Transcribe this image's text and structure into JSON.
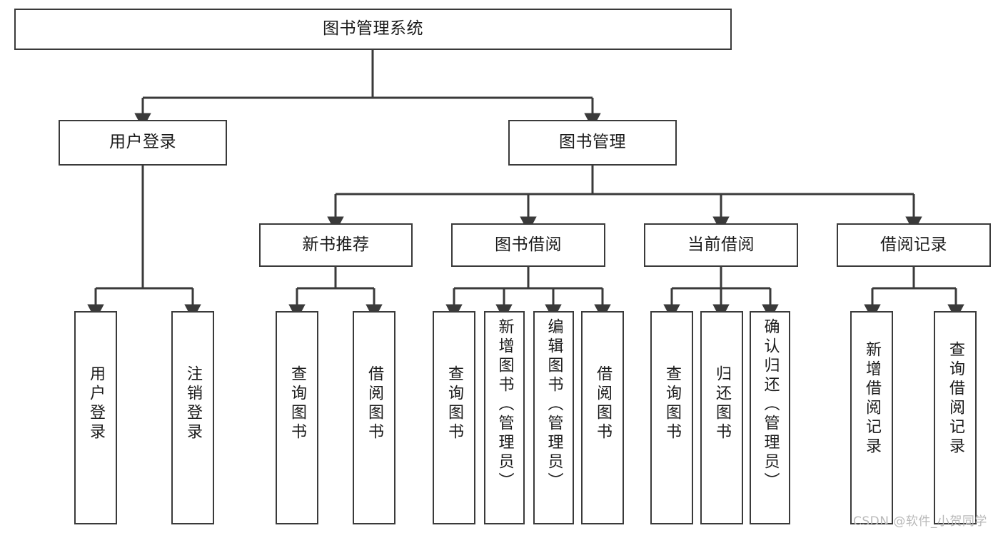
{
  "diagram": {
    "title": "图书管理系统",
    "type": "tree-hierarchy-diagram",
    "orientation": "top-down",
    "colors": {
      "node_border": "#3a3a3a",
      "node_fill": "#ffffff",
      "edge": "#3a3a3a",
      "text": "#1b1b1b",
      "watermark": "#b9b9b9",
      "background": "#ffffff"
    },
    "levels": {
      "root": "图书管理系统",
      "level2": [
        "用户登录",
        "图书管理"
      ],
      "level3": [
        "新书推荐",
        "图书借阅",
        "当前借阅",
        "借阅记录"
      ]
    }
  },
  "nodes": {
    "root": {
      "label": "图书管理系统"
    },
    "user_login": {
      "label": "用户登录"
    },
    "book_mgmt": {
      "label": "图书管理"
    },
    "new_book_rec": {
      "label": "新书推荐"
    },
    "book_borrow": {
      "label": "图书借阅"
    },
    "current_borrow": {
      "label": "当前借阅"
    },
    "borrow_record": {
      "label": "借阅记录"
    },
    "leaf_user_login": {
      "label": "用户登录"
    },
    "leaf_logout": {
      "label": "注销登录"
    },
    "leaf_query_book_a": {
      "label": "查询图书"
    },
    "leaf_borrow_book_a": {
      "label": "借阅图书"
    },
    "leaf_query_book_b": {
      "label": "查询图书"
    },
    "leaf_add_book": {
      "label": "新增图书（管理员）"
    },
    "leaf_edit_book": {
      "label": "编辑图书（管理员）"
    },
    "leaf_borrow_book_b": {
      "label": "借阅图书"
    },
    "leaf_query_book_c": {
      "label": "查询图书"
    },
    "leaf_return_book": {
      "label": "归还图书"
    },
    "leaf_confirm_return": {
      "label": "确认归还（管理员）"
    },
    "leaf_add_record": {
      "label": "新增借阅记录"
    },
    "leaf_query_record": {
      "label": "查询借阅记录"
    }
  },
  "tree": {
    "label": "图书管理系统",
    "children": [
      {
        "label": "用户登录",
        "children": [
          {
            "label": "用户登录"
          },
          {
            "label": "注销登录"
          }
        ]
      },
      {
        "label": "图书管理",
        "children": [
          {
            "label": "新书推荐",
            "children": [
              {
                "label": "查询图书"
              },
              {
                "label": "借阅图书"
              }
            ]
          },
          {
            "label": "图书借阅",
            "children": [
              {
                "label": "查询图书"
              },
              {
                "label": "新增图书（管理员）"
              },
              {
                "label": "编辑图书（管理员）"
              },
              {
                "label": "借阅图书"
              }
            ]
          },
          {
            "label": "当前借阅",
            "children": [
              {
                "label": "查询图书"
              },
              {
                "label": "归还图书"
              },
              {
                "label": "确认归还（管理员）"
              }
            ]
          },
          {
            "label": "借阅记录",
            "children": [
              {
                "label": "新增借阅记录"
              },
              {
                "label": "查询借阅记录"
              }
            ]
          }
        ]
      }
    ]
  },
  "watermark": {
    "text": "CSDN @软件_小贺同学"
  }
}
